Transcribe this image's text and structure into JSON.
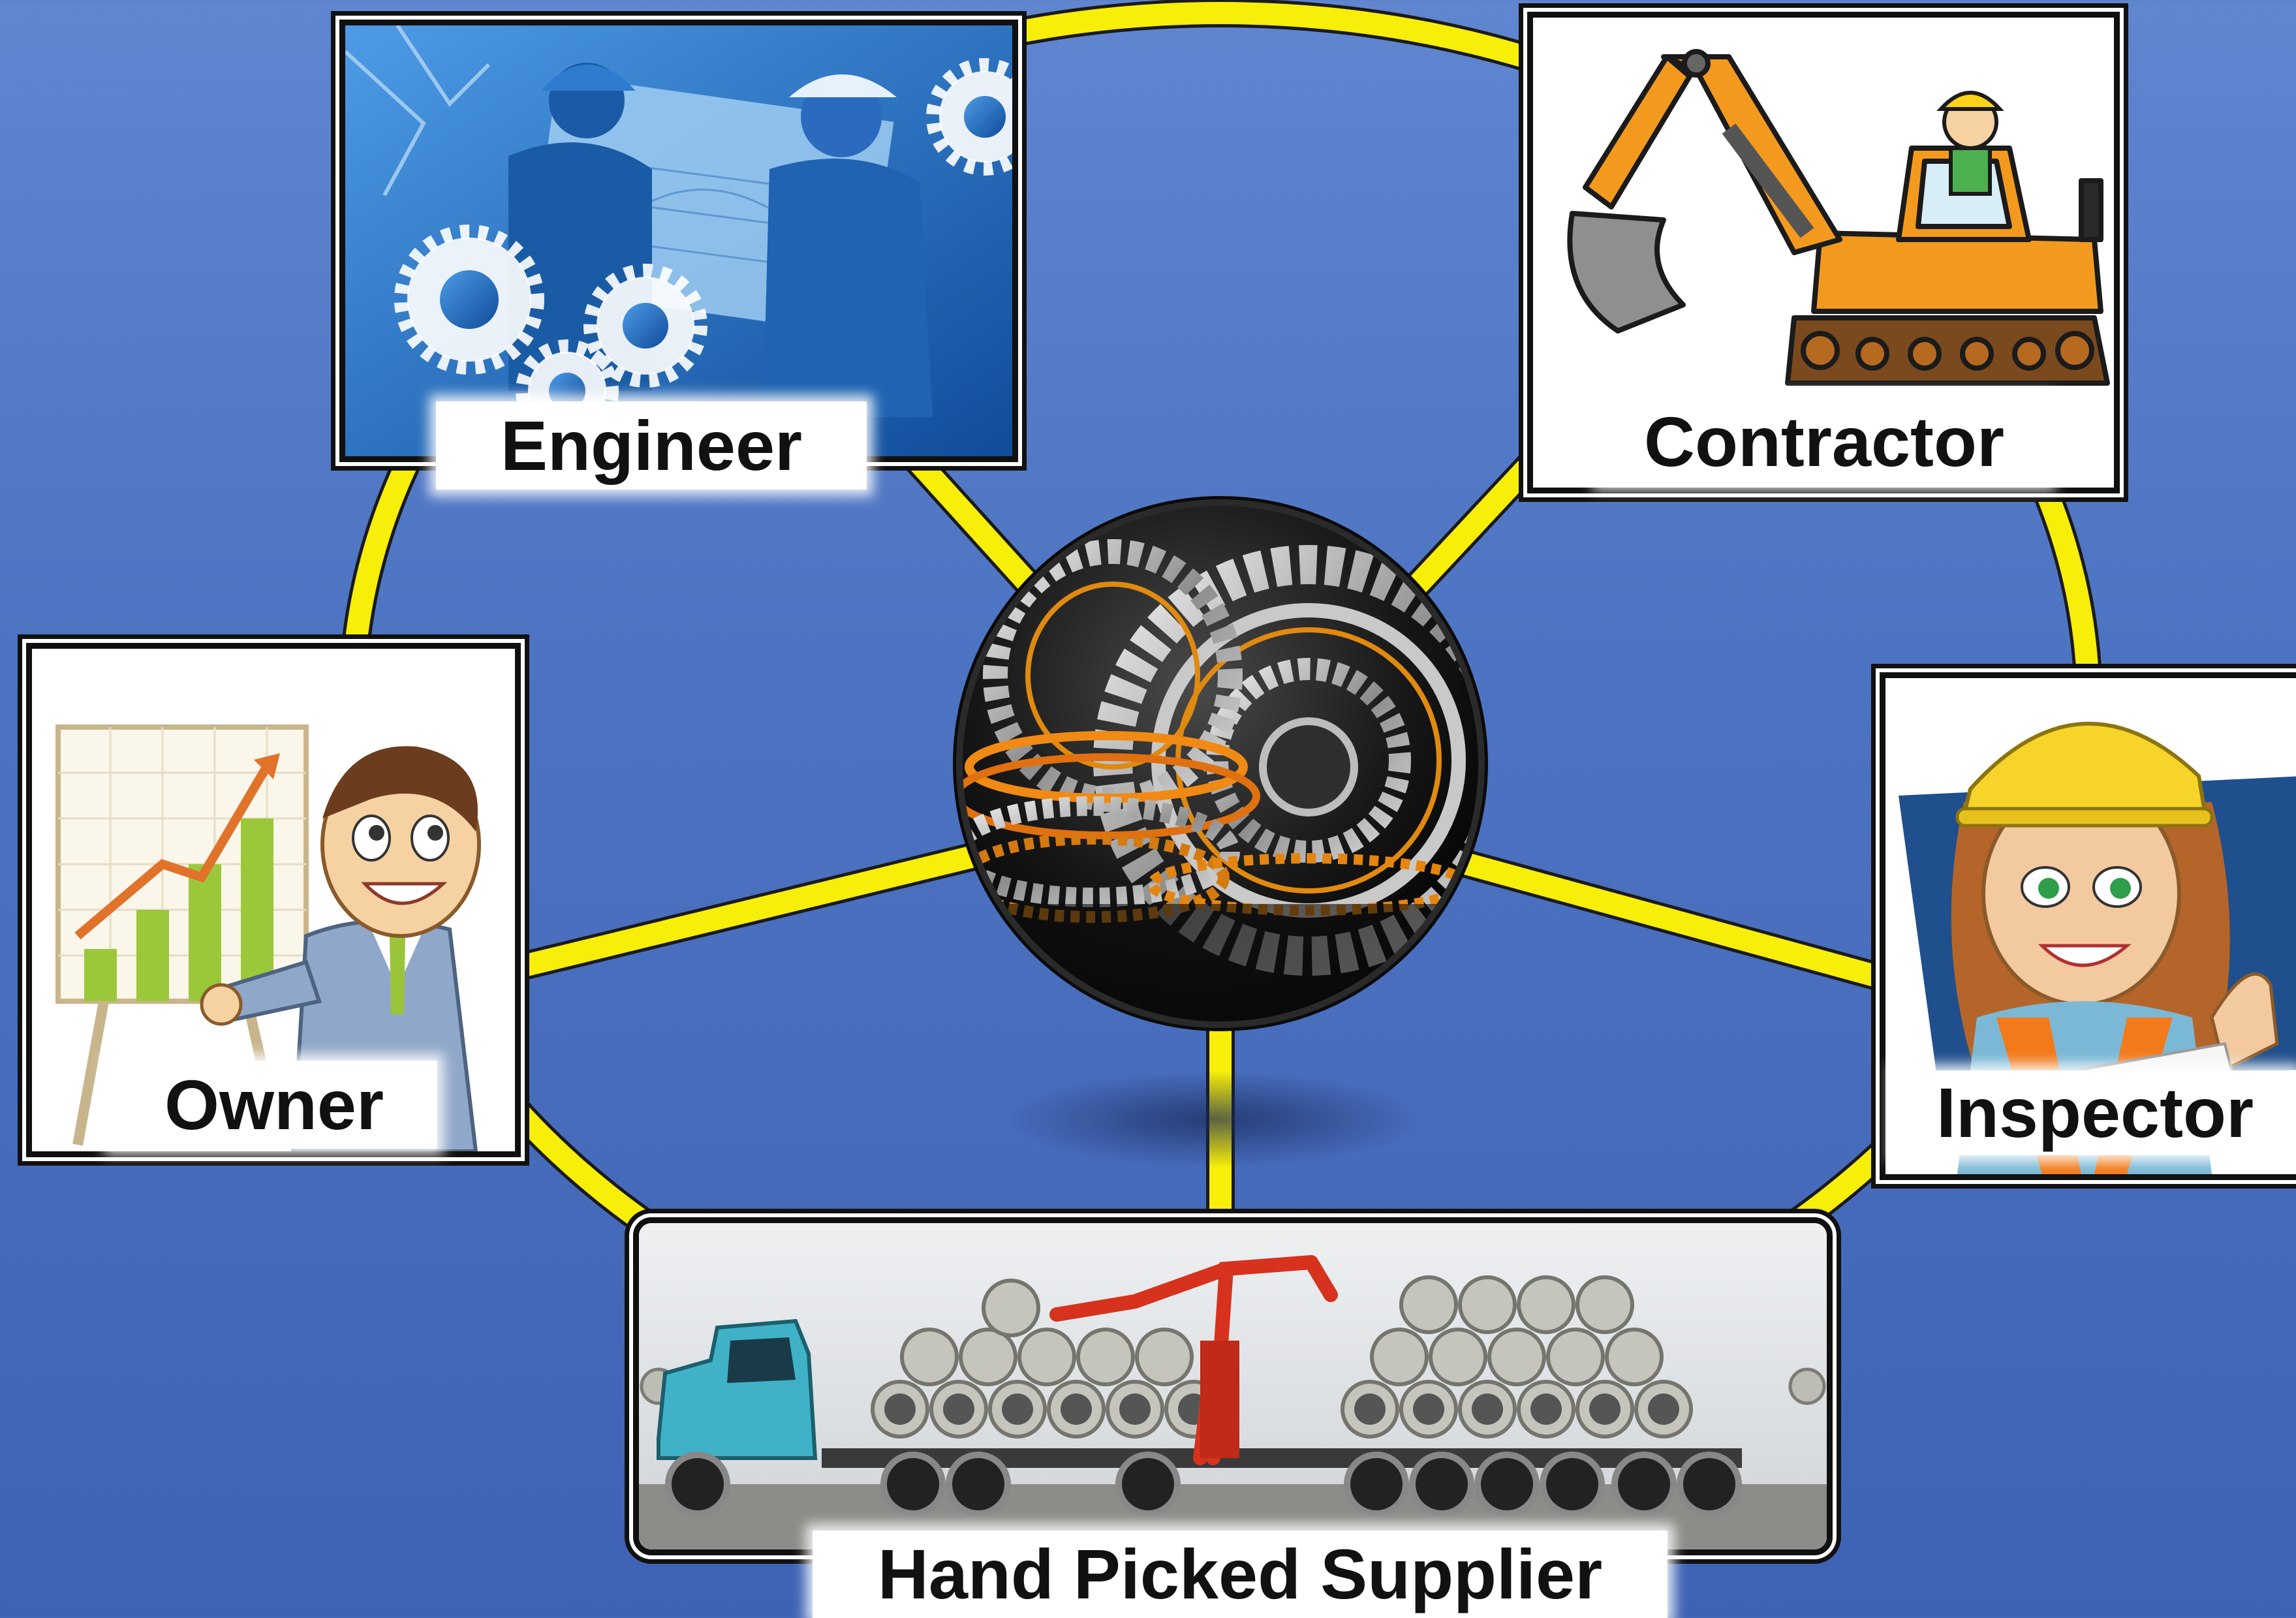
{
  "nodes": {
    "engineer": {
      "label": "Engineer"
    },
    "contractor": {
      "label": "Contractor"
    },
    "owner": {
      "label": "Owner"
    },
    "inspector": {
      "label": "Inspector"
    },
    "supplier": {
      "label": "Hand Picked Supplier"
    }
  },
  "colors": {
    "background_top": "#5f86cf",
    "background_bottom": "#3f63b4",
    "connector": "#f7ee0a",
    "connector_outline": "#1a1a1a",
    "label_background": "#ffffff",
    "label_text": "#111111"
  },
  "icons": {
    "hub": "interlocking-gears-icon",
    "engineer": "engineers-with-blueprint-icon",
    "contractor": "excavator-icon",
    "owner": "businessman-with-chart-icon",
    "inspector": "inspector-woman-hardhat-icon",
    "supplier": "pipe-truck-icon"
  }
}
